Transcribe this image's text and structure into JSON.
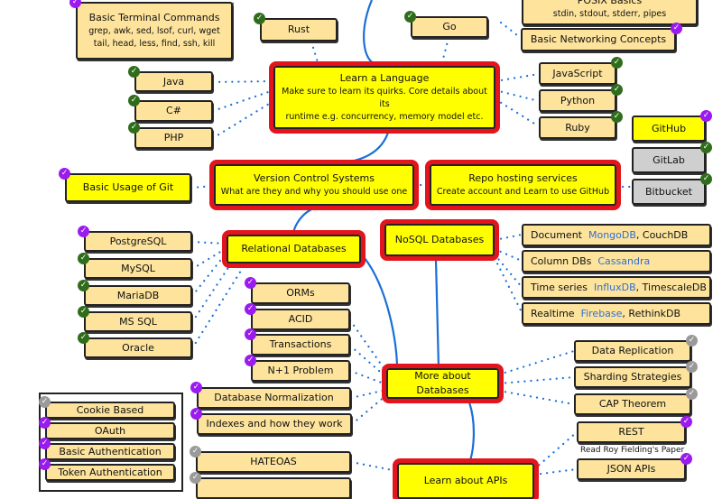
{
  "colors": {
    "node_fill": "#fde39c",
    "main_fill": "#ffff00",
    "main_border": "#e3141c",
    "alt_fill": "#cfcfcf",
    "wire": "#1a6ed8",
    "link": "#2f6fd6",
    "badge_done": "#2f6d1c",
    "badge_recommended": "#9b1af0",
    "badge_alternative": "#9a9a9a"
  },
  "nodes": [
    {
      "id": "terminal",
      "label": "Basic Terminal Commands",
      "sub": [
        "grep, awk, sed, lsof, curl, wget",
        "tail, head, less, find, ssh, kill"
      ],
      "style": "normal",
      "badge": "purple"
    },
    {
      "id": "posix",
      "label": "POSIX Basics",
      "sub": [
        "stdin, stdout, stderr, pipes"
      ],
      "style": "normal",
      "badge": ""
    },
    {
      "id": "networking",
      "label": "Basic Networking Concepts",
      "style": "normal",
      "badge": "purple"
    },
    {
      "id": "rust",
      "label": "Rust",
      "style": "normal",
      "badge": "green"
    },
    {
      "id": "go",
      "label": "Go",
      "style": "normal",
      "badge": "green"
    },
    {
      "id": "language",
      "label": "Learn a Language",
      "sub": [
        "Make sure to learn its quirks. Core details about its",
        "runtime e.g. concurrency, memory model etc."
      ],
      "style": "main",
      "badge": ""
    },
    {
      "id": "java",
      "label": "Java",
      "style": "normal",
      "badge": "green"
    },
    {
      "id": "csharp",
      "label": "C#",
      "style": "normal",
      "badge": "green"
    },
    {
      "id": "php",
      "label": "PHP",
      "style": "normal",
      "badge": "green"
    },
    {
      "id": "javascript",
      "label": "JavaScript",
      "style": "normal",
      "badge": "green"
    },
    {
      "id": "python",
      "label": "Python",
      "style": "normal",
      "badge": "green"
    },
    {
      "id": "ruby",
      "label": "Ruby",
      "style": "normal",
      "badge": "green"
    },
    {
      "id": "github",
      "label": "GitHub",
      "style": "yellow",
      "badge": "purple"
    },
    {
      "id": "gitlab",
      "label": "GitLab",
      "style": "grey",
      "badge": "green"
    },
    {
      "id": "bitbucket",
      "label": "Bitbucket",
      "style": "grey",
      "badge": "green"
    },
    {
      "id": "git",
      "label": "Basic Usage of Git",
      "style": "yellow",
      "badge": "purple"
    },
    {
      "id": "vcs",
      "label": "Version Control Systems",
      "sub": [
        "What are they and why you should use one"
      ],
      "style": "main",
      "badge": ""
    },
    {
      "id": "repo",
      "label": "Repo hosting services",
      "sub": [
        "Create account and Learn to use GitHub"
      ],
      "style": "main",
      "badge": ""
    },
    {
      "id": "relational",
      "label": "Relational Databases",
      "style": "main",
      "badge": ""
    },
    {
      "id": "nosql",
      "label": "NoSQL Databases",
      "style": "main",
      "badge": ""
    },
    {
      "id": "postgres",
      "label": "PostgreSQL",
      "style": "normal",
      "badge": "purple"
    },
    {
      "id": "mysql",
      "label": "MySQL",
      "style": "normal",
      "badge": "green"
    },
    {
      "id": "mariadb",
      "label": "MariaDB",
      "style": "normal",
      "badge": "green"
    },
    {
      "id": "mssql",
      "label": "MS SQL",
      "style": "normal",
      "badge": "green"
    },
    {
      "id": "oracle",
      "label": "Oracle",
      "style": "normal",
      "badge": "green"
    },
    {
      "id": "document",
      "parts": [
        {
          "t": "Document  "
        },
        {
          "t": "MongoDB",
          "link": true
        },
        {
          "t": ", CouchDB"
        }
      ],
      "style": "normal",
      "badge": ""
    },
    {
      "id": "column",
      "parts": [
        {
          "t": "Column DBs  "
        },
        {
          "t": "Cassandra",
          "link": true
        }
      ],
      "style": "normal",
      "badge": ""
    },
    {
      "id": "timeseries",
      "parts": [
        {
          "t": "Time series  "
        },
        {
          "t": "InfluxDB",
          "link": true
        },
        {
          "t": ", TimescaleDB"
        }
      ],
      "style": "normal",
      "badge": ""
    },
    {
      "id": "realtime",
      "parts": [
        {
          "t": "Realtime  "
        },
        {
          "t": "Firebase",
          "link": true
        },
        {
          "t": ", RethinkDB"
        }
      ],
      "style": "normal",
      "badge": ""
    },
    {
      "id": "orms",
      "label": "ORMs",
      "style": "normal",
      "badge": "purple"
    },
    {
      "id": "acid",
      "label": "ACID",
      "style": "normal",
      "badge": "purple"
    },
    {
      "id": "transactions",
      "label": "Transactions",
      "style": "normal",
      "badge": "purple"
    },
    {
      "id": "nplus1",
      "label": "N+1 Problem",
      "style": "normal",
      "badge": "purple"
    },
    {
      "id": "normalization",
      "label": "Database Normalization",
      "style": "normal",
      "badge": "purple"
    },
    {
      "id": "indexes",
      "label": "Indexes and how they work",
      "style": "normal",
      "badge": "purple"
    },
    {
      "id": "moredb",
      "label": "More about Databases",
      "style": "main",
      "badge": ""
    },
    {
      "id": "replication",
      "label": "Data Replication",
      "style": "normal",
      "badge": "grey"
    },
    {
      "id": "sharding",
      "label": "Sharding Strategies",
      "style": "normal",
      "badge": "grey"
    },
    {
      "id": "cap",
      "label": "CAP Theorem",
      "style": "normal",
      "badge": "grey"
    },
    {
      "id": "rest",
      "label": "REST",
      "style": "normal",
      "badge": "purple"
    },
    {
      "id": "jsonapi",
      "label": "JSON APIs",
      "style": "normal",
      "badge": "purple"
    },
    {
      "id": "apis",
      "label": "Learn about APIs",
      "style": "main",
      "badge": ""
    },
    {
      "id": "hateoas",
      "label": "HATEOAS",
      "style": "normal",
      "badge": "grey"
    },
    {
      "id": "hidden1",
      "label": "",
      "style": "normal",
      "badge": "grey"
    },
    {
      "id": "cookie",
      "label": "Cookie Based",
      "style": "normal",
      "badge": "grey"
    },
    {
      "id": "oauth",
      "label": "OAuth",
      "style": "normal",
      "badge": "purple"
    },
    {
      "id": "basicauth",
      "label": "Basic Authentication",
      "style": "normal",
      "badge": "purple"
    },
    {
      "id": "tokenauth",
      "label": "Token Authentication",
      "style": "normal",
      "badge": "purple"
    }
  ],
  "notes": {
    "rest_note": "Read Roy Fielding's Paper"
  }
}
